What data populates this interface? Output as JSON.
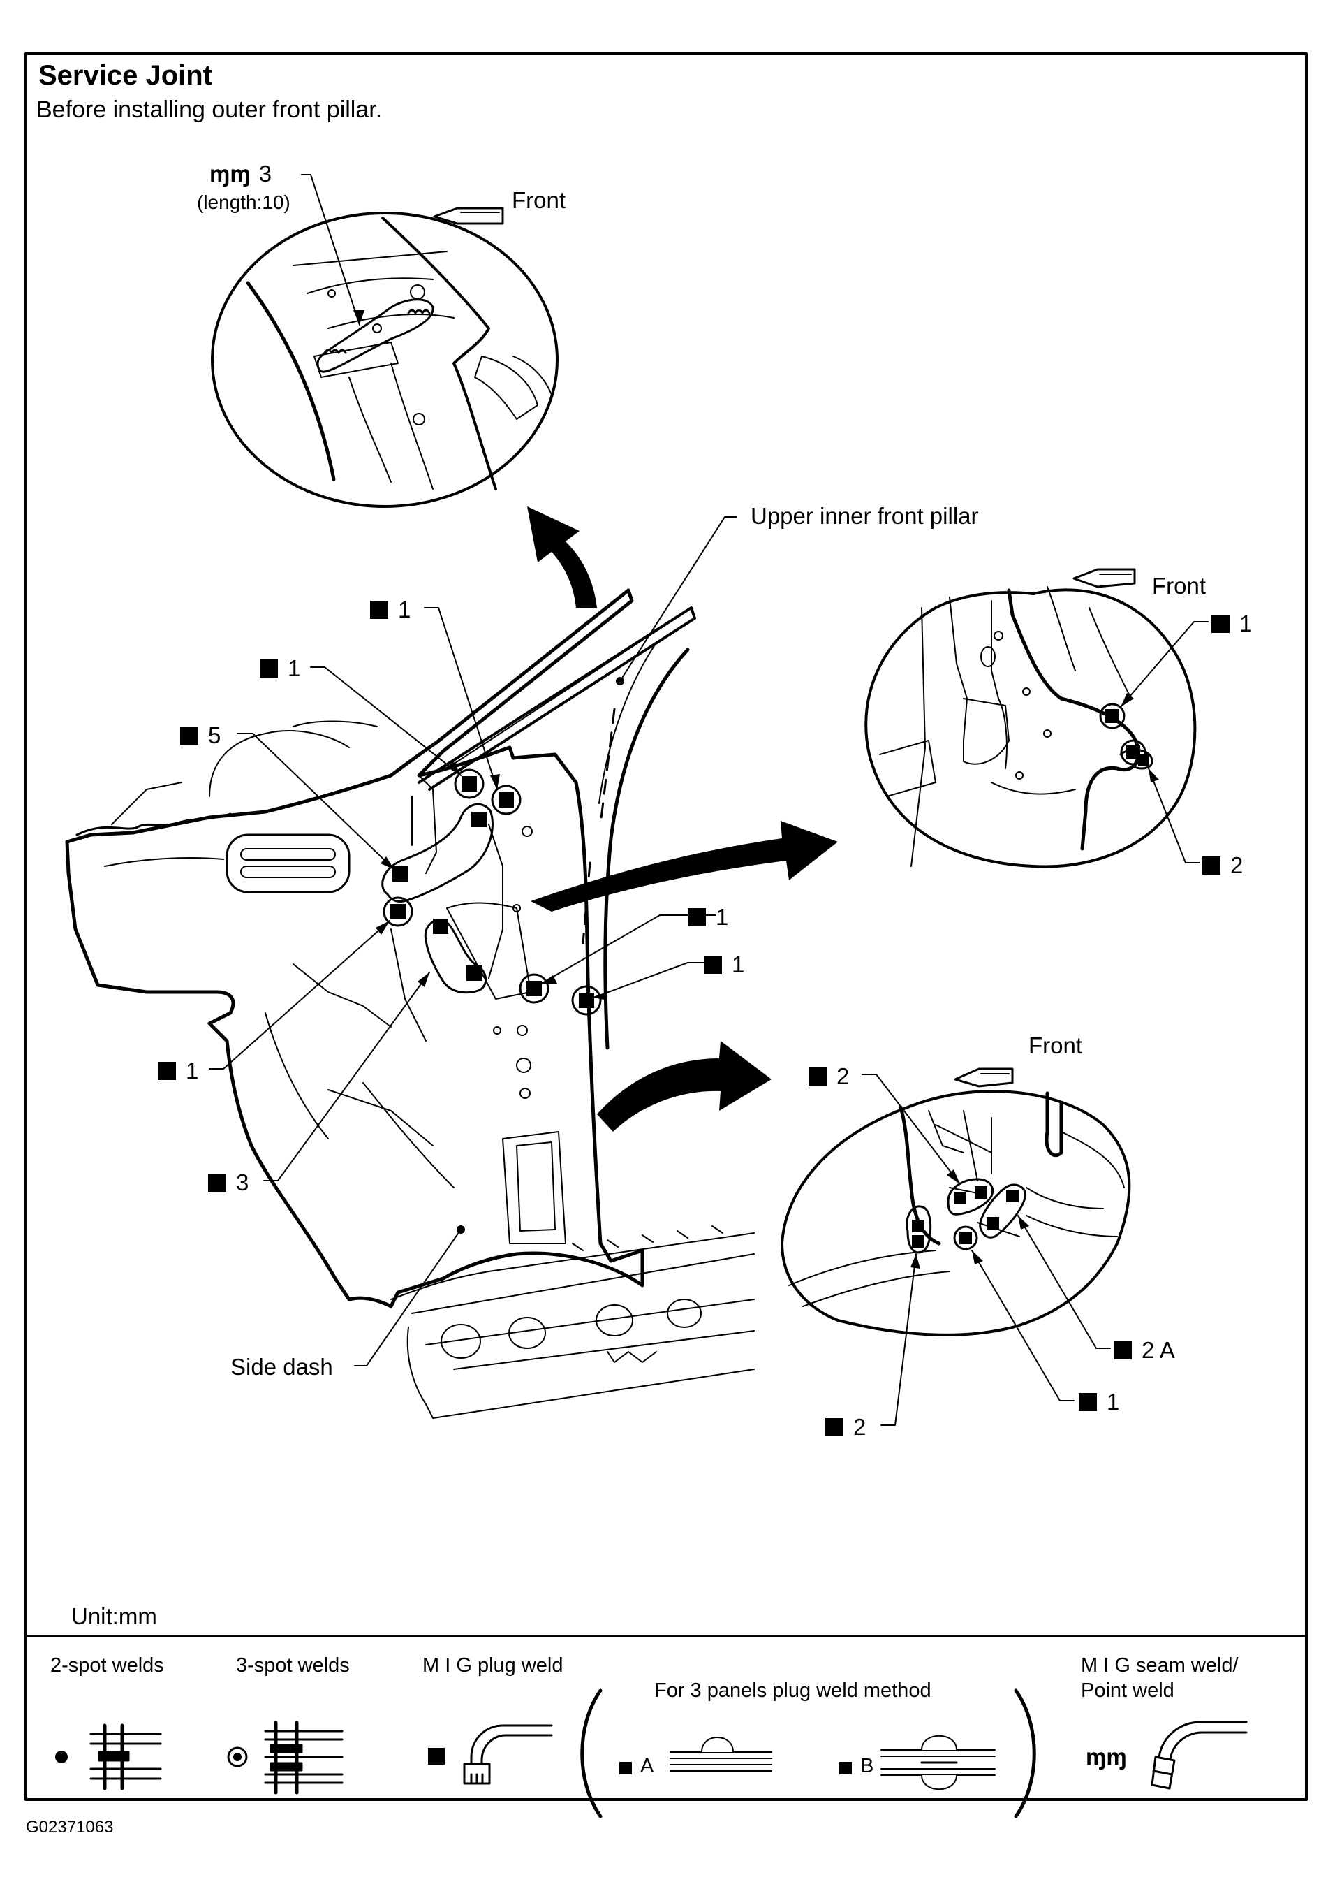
{
  "header": {
    "title": "Service Joint",
    "subtitle": "Before installing outer front pillar."
  },
  "detail_top": {
    "seam_count": "3",
    "seam_length": "(length:10)",
    "front_label": "Front"
  },
  "labels": {
    "upper_inner_front_pillar": "Upper inner front pillar",
    "side_dash": "Side dash",
    "unit": "Unit:mm"
  },
  "callouts_main": [
    "1",
    "1",
    "5",
    "1",
    "1",
    "1",
    "3"
  ],
  "detail_right": {
    "front_label": "Front",
    "callouts": [
      "1",
      "2"
    ]
  },
  "detail_bottom": {
    "front_label": "Front",
    "callouts": [
      "2",
      "2 A",
      "1",
      "2"
    ]
  },
  "legend": {
    "two_spot": "2-spot welds",
    "three_spot": "3-spot welds",
    "mig_plug": "M I G plug weld",
    "three_panels": "For 3 panels plug weld method",
    "marker_a": "A",
    "marker_b": "B",
    "seam_line1": "M I G seam weld/",
    "seam_line2": "Point weld"
  },
  "figure_id": "G02371063"
}
